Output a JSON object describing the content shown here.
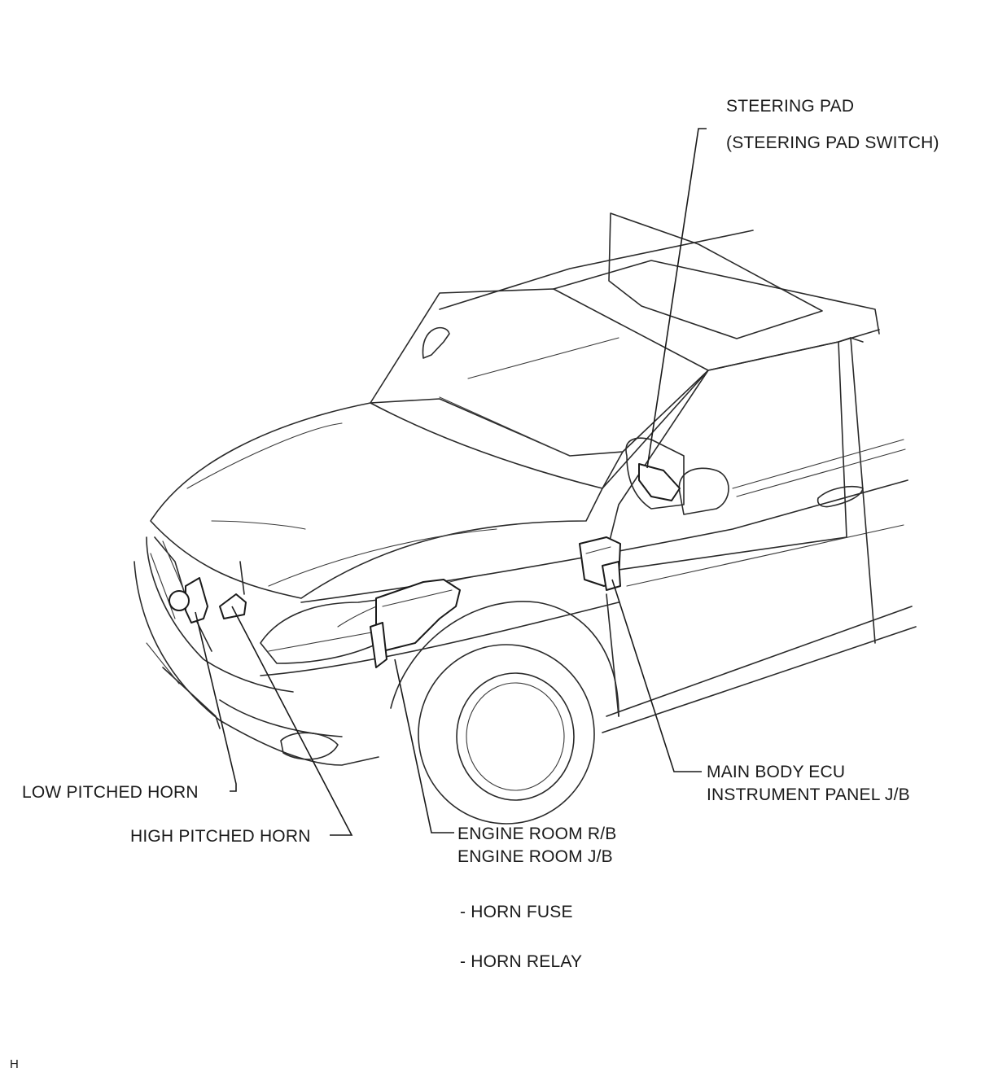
{
  "labels": {
    "steering_pad": "STEERING PAD",
    "steering_pad_switch": "(STEERING PAD SWITCH)",
    "main_body_ecu": "MAIN BODY ECU",
    "instrument_panel_jb": "INSTRUMENT PANEL J/B",
    "low_pitched_horn": "LOW PITCHED HORN",
    "high_pitched_horn": "HIGH PITCHED HORN",
    "engine_room_rb": "ENGINE ROOM R/B",
    "engine_room_jb": "ENGINE ROOM J/B",
    "horn_fuse": "- HORN FUSE",
    "horn_relay": "- HORN RELAY",
    "corner_mark": "H"
  }
}
